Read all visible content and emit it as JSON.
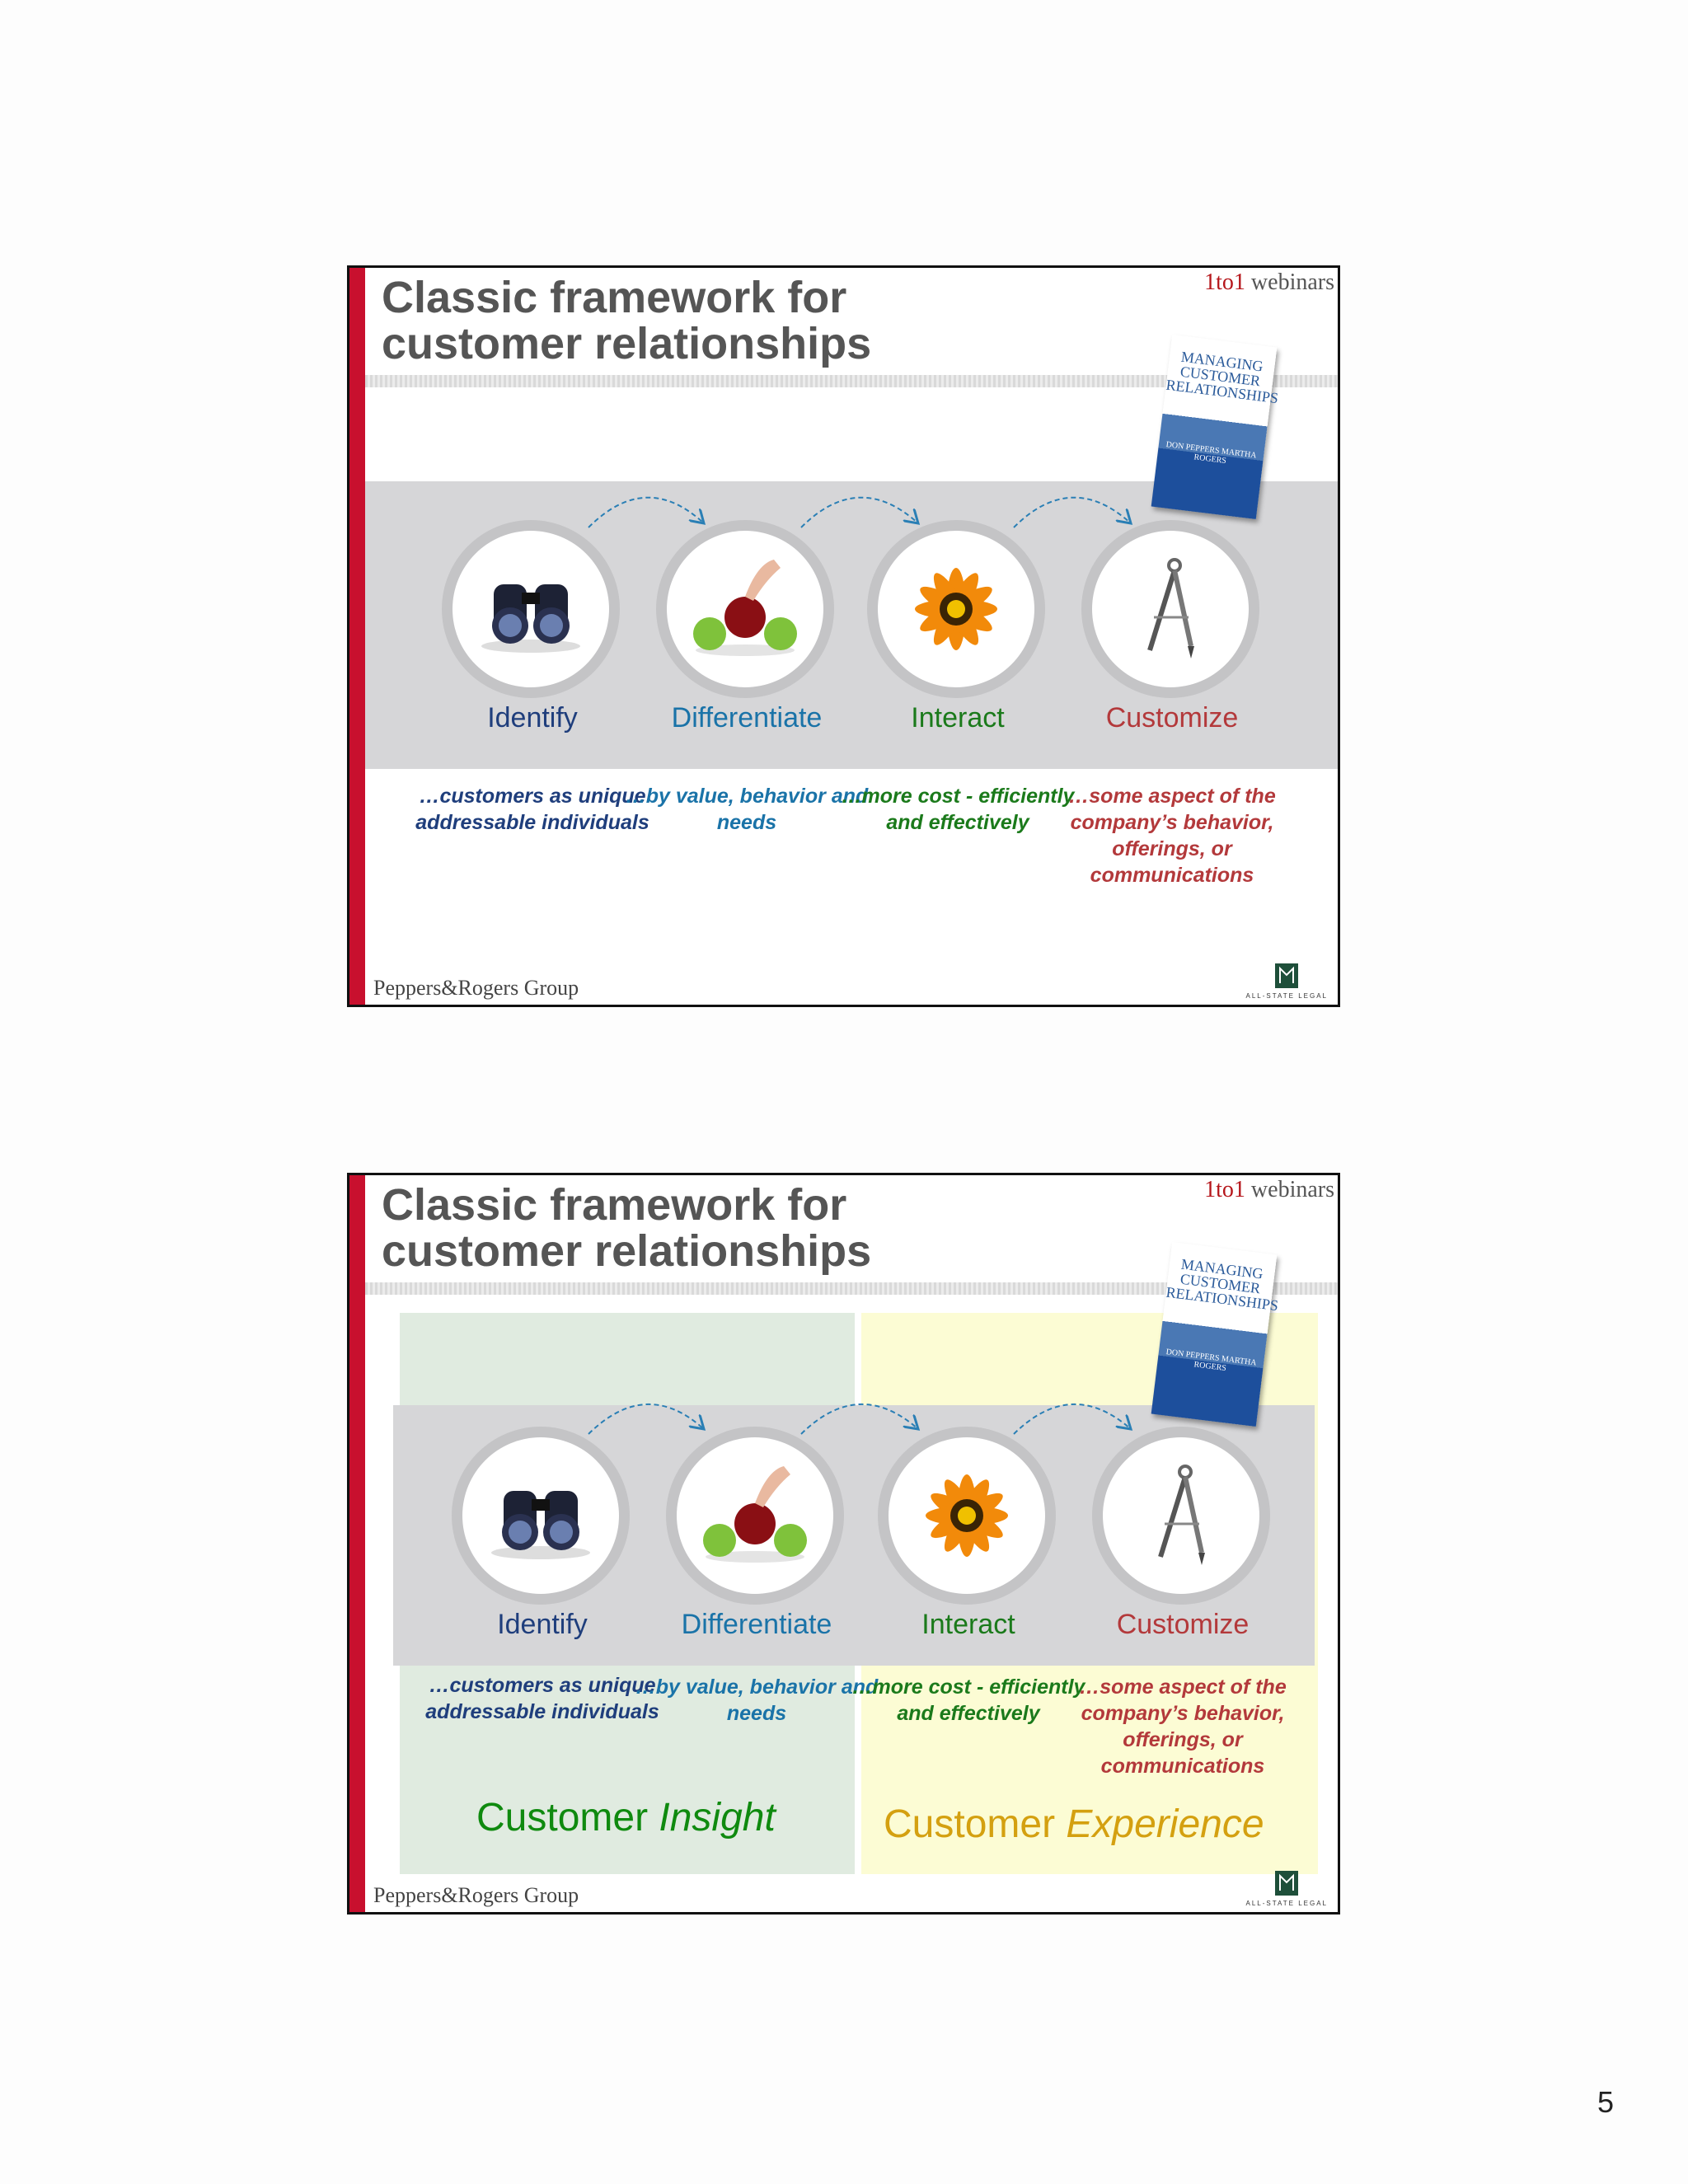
{
  "slides": [
    {
      "title_line1": "Classic framework for",
      "title_line2": "customer relationships",
      "brand_part1": "1to1",
      "brand_part2": " webinars",
      "footer_left": "Peppers&Rogers Group",
      "footer_right": "ALL-STATE LEGAL"
    },
    {
      "title_line1": "Classic framework for",
      "title_line2": "customer relationships",
      "brand_part1": "1to1",
      "brand_part2": " webinars",
      "footer_left": "Peppers&Rogers Group",
      "footer_right": "ALL-STATE LEGAL",
      "customer_insight_prefix": "Customer ",
      "customer_insight_em": "Insight",
      "customer_experience_prefix": "Customer ",
      "customer_experience_em": "Experience"
    }
  ],
  "book": {
    "title": "MANAGING CUSTOMER RELATIONSHIPS",
    "authors": "DON PEPPERS MARTHA ROGERS"
  },
  "stages": [
    {
      "label": "Identify",
      "desc": "…customers as unique addressable individuals",
      "icon": "binoculars-icon",
      "color": "#1f3e7c"
    },
    {
      "label": "Differentiate",
      "desc": "…by value, behavior and needs",
      "icon": "apples-icon",
      "color": "#1a73a8"
    },
    {
      "label": "Interact",
      "desc": "…more cost - efficiently and effectively",
      "icon": "flower-icon",
      "color": "#1b7a1b"
    },
    {
      "label": "Customize",
      "desc": "…some aspect of the company’s behavior, offerings, or communications",
      "icon": "compass-icon",
      "color": "#b3393b"
    }
  ],
  "colors": {
    "accent_red": "#c8102e",
    "insight_green": "#0f8a0f",
    "experience_gold": "#d4a010"
  },
  "page_number": "5"
}
